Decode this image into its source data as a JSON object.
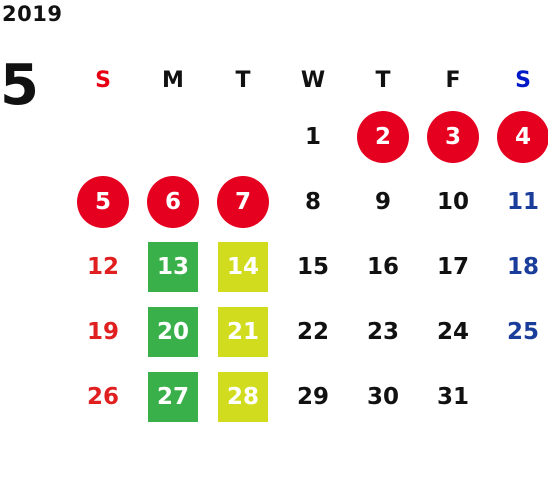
{
  "year": "2019",
  "month": "5",
  "weekdays": [
    "S",
    "M",
    "T",
    "W",
    "T",
    "F",
    "S"
  ],
  "colors": {
    "holiday_red": "#e60020",
    "sunday_red": "#e02020",
    "saturday_blue": "#1a3c9a",
    "highlight_green": "#3ab04a",
    "highlight_yellow": "#d2dc1e"
  },
  "weeks": [
    [
      {
        "text": "",
        "style": "empty"
      },
      {
        "text": "",
        "style": "empty"
      },
      {
        "text": "",
        "style": "empty"
      },
      {
        "text": "1",
        "style": "normal"
      },
      {
        "text": "2",
        "style": "holiday"
      },
      {
        "text": "3",
        "style": "holiday"
      },
      {
        "text": "4",
        "style": "holiday"
      }
    ],
    [
      {
        "text": "5",
        "style": "holiday"
      },
      {
        "text": "6",
        "style": "holiday"
      },
      {
        "text": "7",
        "style": "holiday"
      },
      {
        "text": "8",
        "style": "normal"
      },
      {
        "text": "9",
        "style": "normal"
      },
      {
        "text": "10",
        "style": "normal"
      },
      {
        "text": "11",
        "style": "sat"
      }
    ],
    [
      {
        "text": "12",
        "style": "sun"
      },
      {
        "text": "13",
        "style": "green"
      },
      {
        "text": "14",
        "style": "yellow"
      },
      {
        "text": "15",
        "style": "normal"
      },
      {
        "text": "16",
        "style": "normal"
      },
      {
        "text": "17",
        "style": "normal"
      },
      {
        "text": "18",
        "style": "sat"
      }
    ],
    [
      {
        "text": "19",
        "style": "sun"
      },
      {
        "text": "20",
        "style": "green"
      },
      {
        "text": "21",
        "style": "yellow"
      },
      {
        "text": "22",
        "style": "normal"
      },
      {
        "text": "23",
        "style": "normal"
      },
      {
        "text": "24",
        "style": "normal"
      },
      {
        "text": "25",
        "style": "sat"
      }
    ],
    [
      {
        "text": "26",
        "style": "sun"
      },
      {
        "text": "27",
        "style": "green"
      },
      {
        "text": "28",
        "style": "yellow"
      },
      {
        "text": "29",
        "style": "normal"
      },
      {
        "text": "30",
        "style": "normal"
      },
      {
        "text": "31",
        "style": "normal"
      },
      {
        "text": "",
        "style": "empty"
      }
    ]
  ]
}
